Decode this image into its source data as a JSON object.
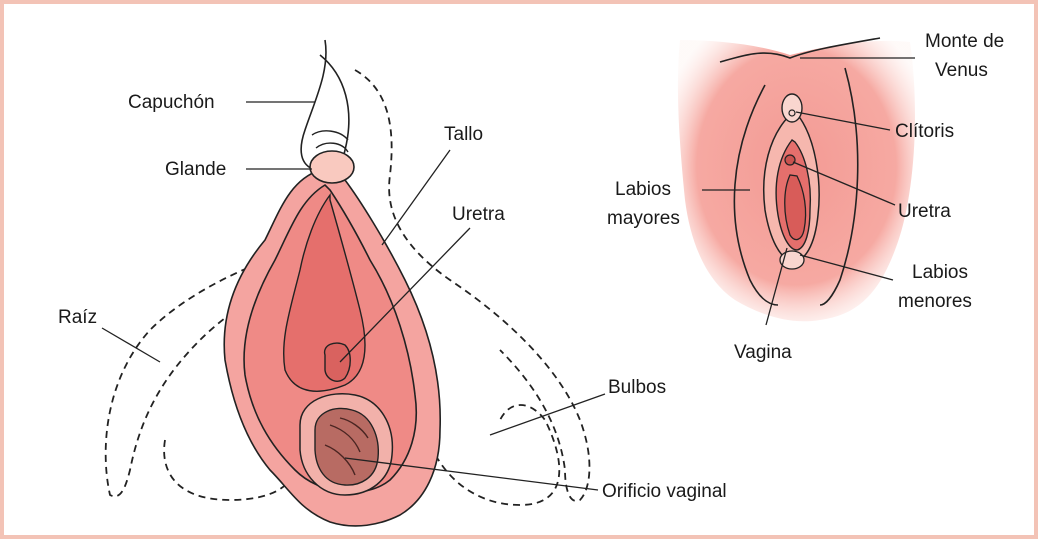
{
  "colors": {
    "border": "#f3c3b6",
    "pink_light": "#f4a4a0",
    "pink_mid": "#ef8a86",
    "pink_dark": "#e56f6c",
    "glans": "#f9c9bf",
    "vestibule": "#b86b63",
    "outline": "#1f1f1f"
  },
  "left_diagram": {
    "labels": {
      "capuchon": "Capuchón",
      "glande": "Glande",
      "tallo": "Tallo",
      "uretra": "Uretra",
      "raiz": "Raíz",
      "bulbos": "Bulbos",
      "orificio": "Orificio vaginal"
    }
  },
  "right_diagram": {
    "labels": {
      "monte_1": "Monte de",
      "monte_2": "Venus",
      "clitoris": "Clítoris",
      "labios_mayores_1": "Labios",
      "labios_mayores_2": "mayores",
      "uretra": "Uretra",
      "labios_menores_1": "Labios",
      "labios_menores_2": "menores",
      "vagina": "Vagina"
    }
  }
}
